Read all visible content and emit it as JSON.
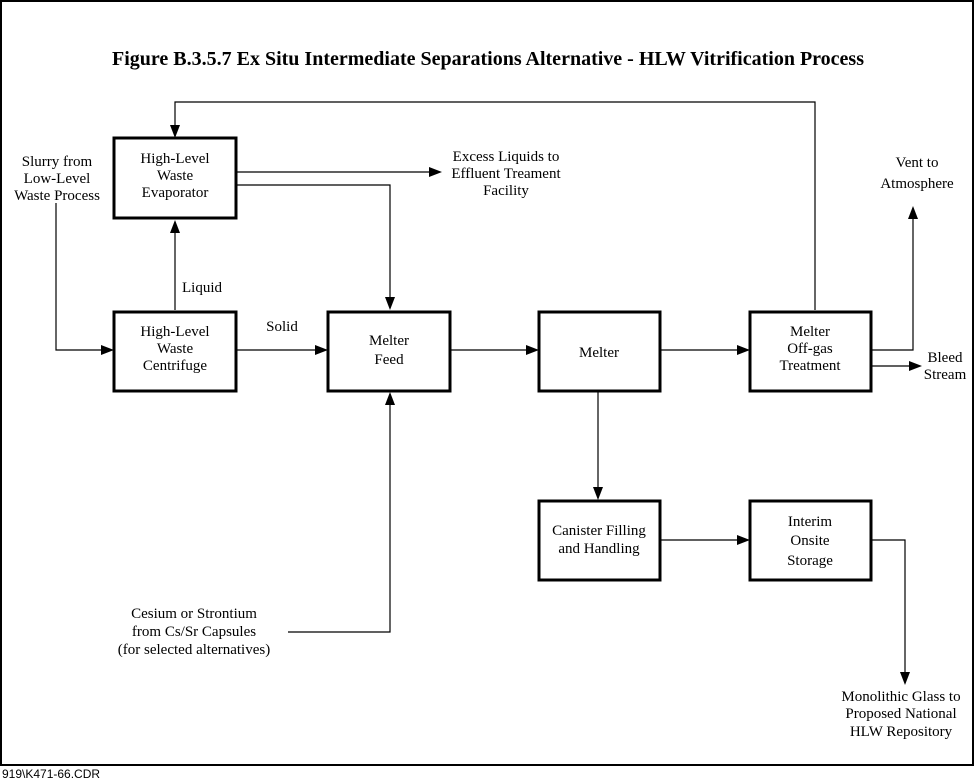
{
  "title": "Figure B.3.5.7  Ex Situ Intermediate Separations Alternative - HLW Vitrification Process",
  "footer": "919\\K471-66.CDR",
  "boxes": {
    "evaporator": [
      "High-Level",
      "Waste",
      "Evaporator"
    ],
    "centrifuge": [
      "High-Level",
      "Waste",
      "Centrifuge"
    ],
    "melter_feed": [
      "Melter",
      "Feed"
    ],
    "melter": [
      "Melter"
    ],
    "offgas": [
      "Melter",
      "Off-gas",
      "Treatment"
    ],
    "canister": [
      "Canister Filling",
      "and Handling"
    ],
    "storage": [
      "Interim",
      "Onsite",
      "Storage"
    ]
  },
  "labels": {
    "slurry": [
      "Slurry from",
      "Low-Level",
      "Waste Process"
    ],
    "excess": [
      "Excess Liquids to",
      "Effluent Treament",
      "Facility"
    ],
    "vent": [
      "Vent to",
      "Atmosphere"
    ],
    "bleed": [
      "Bleed",
      "Stream"
    ],
    "liquid": [
      "Liquid"
    ],
    "solid": [
      "Solid"
    ],
    "cesium": [
      "Cesium or Strontium",
      "from Cs/Sr Capsules",
      "(for selected alternatives)"
    ],
    "glass": [
      "Monolithic Glass to",
      "Proposed National",
      "HLW Repository"
    ]
  }
}
